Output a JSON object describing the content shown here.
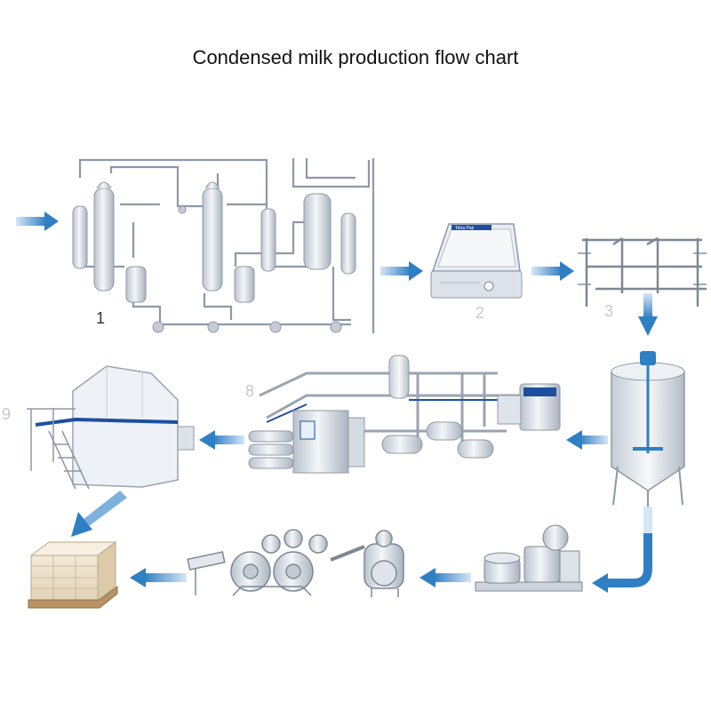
{
  "title": "Condensed milk production flow chart",
  "step_numbers": {
    "s1": "1",
    "s2": "2",
    "s3": "3",
    "s8": "8",
    "s9": "9"
  },
  "panel_brand": "Tetra Pak",
  "colors": {
    "arrow": "#2f7fc4",
    "metal": "#dfe4ea",
    "metal_dark": "#9aa4b0",
    "accent_blue": "#1d4fa0"
  },
  "steps": [
    {
      "id": "evaporator",
      "icon": "multi-effect-evaporator-icon"
    },
    {
      "id": "homogenizer",
      "icon": "homogenizer-cabinet-icon"
    },
    {
      "id": "plate-cooler",
      "icon": "plate-heat-exchanger-icon"
    },
    {
      "id": "mixing-tank",
      "icon": "mixing-tank-icon"
    },
    {
      "id": "pump-unit",
      "icon": "pump-unit-icon"
    },
    {
      "id": "can-line",
      "icon": "can-roll-line-icon"
    },
    {
      "id": "uht-plant",
      "icon": "uht-processing-plant-icon"
    },
    {
      "id": "filling-machine",
      "icon": "aseptic-filling-machine-icon"
    },
    {
      "id": "pallet",
      "icon": "packed-pallet-icon"
    }
  ]
}
